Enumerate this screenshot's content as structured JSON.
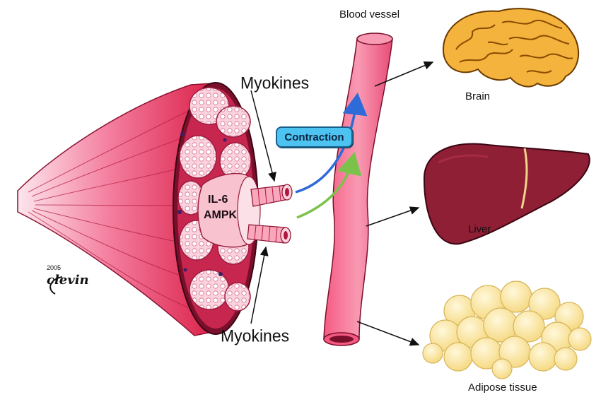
{
  "labels": {
    "blood_vessel": "Blood vessel",
    "myokines_top": "Myokines",
    "myokines_bottom": "Myokines",
    "brain": "Brain",
    "liver": "Liver",
    "adipose": "Adipose tissue",
    "contraction": "Contraction",
    "il6": "IL-6",
    "ampk": "AMPK"
  },
  "signature": {
    "year": "2005",
    "name": "clevin"
  },
  "colors": {
    "muscle": "#e0305a",
    "muscle_light": "#f6b7c6",
    "vessel": "#f46a8e",
    "brain": "#f3b33c",
    "liver": "#8e1f35",
    "adipose": "#fbe7a8",
    "contraction_badge": "#4cc3f0",
    "arrow_blue": "#2f6bd8",
    "arrow_green": "#7bc24a"
  },
  "icons": [
    "muscle-cross-section-icon",
    "blood-vessel-icon",
    "brain-icon",
    "liver-icon",
    "adipose-tissue-icon"
  ]
}
